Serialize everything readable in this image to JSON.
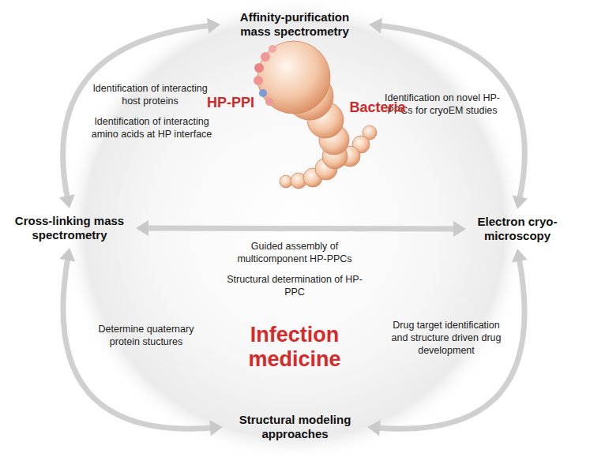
{
  "diagram": {
    "nodes": [
      {
        "text": [
          "Affinity-purification mass spectrometry"
        ]
      },
      {
        "text": [
          "Cross-linking mass spectrometry"
        ]
      },
      {
        "text": [
          "Electron cryo-microscopy"
        ]
      },
      {
        "text": [
          "Structural modeling approaches"
        ]
      }
    ],
    "edges": [
      {
        "from": 0,
        "to": 1,
        "arrow": "both"
      },
      {
        "from": 0,
        "to": 2,
        "arrow": "both"
      },
      {
        "from": 1,
        "to": 2,
        "arrow": "both"
      },
      {
        "from": 1,
        "to": 3,
        "arrow": "both"
      },
      {
        "from": 2,
        "to": 3,
        "arrow": "both"
      }
    ],
    "labels": [
      "Identification of interacting host proteins",
      "Identification of interacting amino acids at HP interface",
      "Identification on novel HP-PPCs for cryoEM studies",
      "HP-PPI",
      "Bacteria",
      "Guided assembly of multicomponent HP-PPCs",
      "Structural determination of HP-PPC",
      "Determine quaternary protein stuctures",
      "Drug target identification and structure driven drug development",
      "Infection medicine"
    ]
  }
}
